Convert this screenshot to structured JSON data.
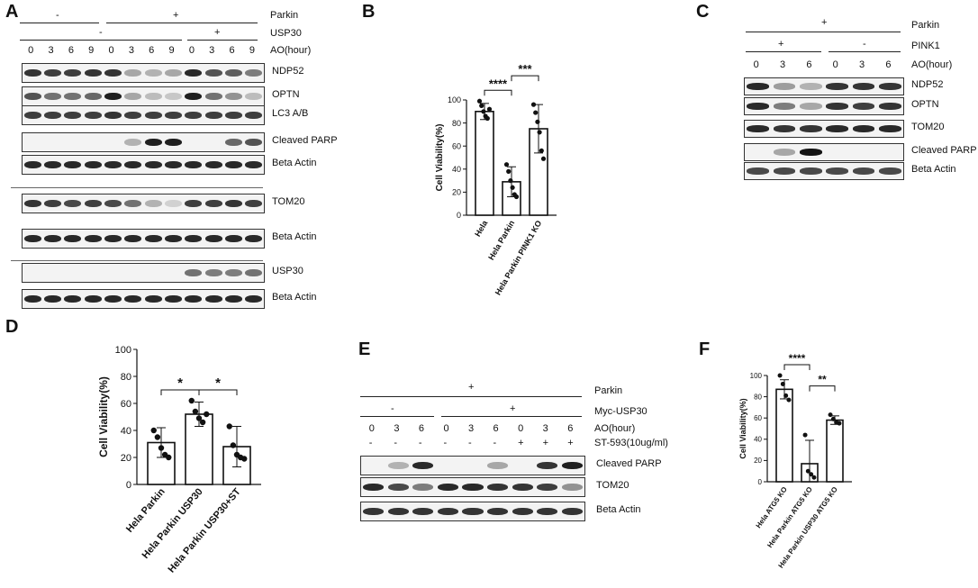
{
  "panels": [
    "A",
    "B",
    "C",
    "D",
    "E",
    "F"
  ],
  "panelA": {
    "parkin_label": "Parkin",
    "usp30_label": "USP30",
    "ao_label": "AO(hour)",
    "parkin_signs": [
      "-",
      "+"
    ],
    "usp30_signs": [
      "-",
      "+"
    ],
    "times": [
      "0",
      "3",
      "6",
      "9",
      "0",
      "3",
      "6",
      "9",
      "0",
      "3",
      "6",
      "9"
    ],
    "blots": [
      {
        "label": "NDP52",
        "bands": [
          0.85,
          0.8,
          0.8,
          0.85,
          0.85,
          0.3,
          0.25,
          0.3,
          0.9,
          0.7,
          0.65,
          0.5
        ]
      },
      {
        "label": "OPTN",
        "bands": [
          0.7,
          0.55,
          0.55,
          0.6,
          0.95,
          0.3,
          0.2,
          0.15,
          0.95,
          0.55,
          0.4,
          0.2
        ]
      },
      {
        "label": "LC3 A/B",
        "bands": [
          0.8,
          0.8,
          0.8,
          0.8,
          0.85,
          0.8,
          0.8,
          0.8,
          0.8,
          0.8,
          0.8,
          0.8
        ]
      },
      {
        "label": "Cleaved PARP",
        "bands": [
          0,
          0,
          0,
          0,
          0,
          0.25,
          0.95,
          0.95,
          0,
          0,
          0.6,
          0.7
        ]
      },
      {
        "label": "Beta Actin",
        "bands": [
          0.9,
          0.9,
          0.9,
          0.9,
          0.9,
          0.9,
          0.9,
          0.9,
          0.9,
          0.9,
          0.9,
          0.9
        ]
      },
      {
        "label": "TOM20",
        "bands": [
          0.85,
          0.8,
          0.75,
          0.8,
          0.75,
          0.55,
          0.25,
          0.1,
          0.8,
          0.8,
          0.85,
          0.8
        ]
      },
      {
        "label": "Beta Actin",
        "bands": [
          0.9,
          0.9,
          0.9,
          0.9,
          0.9,
          0.9,
          0.9,
          0.9,
          0.9,
          0.9,
          0.9,
          0.9
        ]
      },
      {
        "label": "USP30",
        "bands": [
          0,
          0,
          0,
          0,
          0,
          0,
          0,
          0,
          0.55,
          0.5,
          0.5,
          0.55
        ]
      },
      {
        "label": "Beta Actin",
        "bands": [
          0.9,
          0.9,
          0.9,
          0.9,
          0.9,
          0.9,
          0.9,
          0.9,
          0.9,
          0.9,
          0.9,
          0.9
        ]
      }
    ]
  },
  "panelC": {
    "parkin_sign": "+",
    "parkin_label": "Parkin",
    "pink1_label": "PINK1",
    "pink1_signs": [
      "+",
      "-"
    ],
    "ao_label": "AO(hour)",
    "times": [
      "0",
      "3",
      "6",
      "0",
      "3",
      "6"
    ],
    "blots": [
      {
        "label": "NDP52",
        "bands": [
          0.9,
          0.35,
          0.25,
          0.85,
          0.85,
          0.85
        ]
      },
      {
        "label": "OPTN",
        "bands": [
          0.9,
          0.5,
          0.3,
          0.85,
          0.8,
          0.85
        ]
      },
      {
        "label": "TOM20",
        "bands": [
          0.9,
          0.85,
          0.85,
          0.9,
          0.9,
          0.9
        ]
      },
      {
        "label": "Cleaved PARP",
        "bands": [
          0,
          0.3,
          1.0,
          0,
          0,
          0
        ]
      },
      {
        "label": "Beta Actin",
        "bands": [
          0.75,
          0.75,
          0.75,
          0.75,
          0.75,
          0.75
        ]
      }
    ]
  },
  "panelE": {
    "parkin_sign": "+",
    "parkin_label": "Parkin",
    "myc_label": "Myc-USP30",
    "myc_signs": [
      "-",
      "+"
    ],
    "ao_label": "AO(hour)",
    "st_label": "ST-593(10ug/ml)",
    "times": [
      "0",
      "3",
      "6",
      "0",
      "3",
      "6",
      "0",
      "3",
      "6"
    ],
    "st_signs": [
      "-",
      "-",
      "-",
      "-",
      "-",
      "-",
      "+",
      "+",
      "+"
    ],
    "blots": [
      {
        "label": "Cleaved PARP",
        "bands": [
          0,
          0.25,
          0.9,
          0,
          0,
          0.3,
          0,
          0.85,
          0.95
        ]
      },
      {
        "label": "TOM20",
        "bands": [
          0.9,
          0.75,
          0.5,
          0.9,
          0.9,
          0.85,
          0.85,
          0.8,
          0.4
        ]
      },
      {
        "label": "Beta Actin",
        "bands": [
          0.85,
          0.85,
          0.85,
          0.85,
          0.85,
          0.85,
          0.85,
          0.85,
          0.85
        ]
      }
    ]
  },
  "chart_data": [
    {
      "id": "B",
      "type": "bar",
      "categories": [
        "Hela",
        "Hela Parkin",
        "Hela Parkin PINK1 KO"
      ],
      "values": [
        90,
        29,
        75
      ],
      "errors": [
        7,
        13,
        21
      ],
      "points": [
        [
          99,
          95,
          90,
          86,
          84,
          92
        ],
        [
          44,
          38,
          30,
          24,
          18,
          16
        ],
        [
          96,
          89,
          81,
          72,
          56,
          49
        ]
      ],
      "ylabel": "Cell Viability(%)",
      "ylim": [
        0,
        100
      ],
      "yticks": [
        0,
        20,
        40,
        60,
        80,
        100
      ],
      "significance": [
        {
          "from": 0,
          "to": 1,
          "label": "****"
        },
        {
          "from": 1,
          "to": 2,
          "label": "***"
        }
      ]
    },
    {
      "id": "D",
      "type": "bar",
      "categories": [
        "Hela Parkin",
        "Hela Parkin USP30",
        "Hela Parkin USP30+ST"
      ],
      "values": [
        31,
        52,
        28
      ],
      "errors": [
        11,
        9,
        15
      ],
      "points": [
        [
          40,
          35,
          27,
          22,
          20
        ],
        [
          62,
          54,
          49,
          46,
          52
        ],
        [
          43,
          29,
          22,
          20,
          19
        ]
      ],
      "ylabel": "Cell Viability(%)",
      "ylim": [
        0,
        100
      ],
      "yticks": [
        0,
        20,
        40,
        60,
        80,
        100
      ],
      "significance": [
        {
          "from": 0,
          "to": 1,
          "label": "*"
        },
        {
          "from": 1,
          "to": 2,
          "label": "*"
        }
      ]
    },
    {
      "id": "F",
      "type": "bar",
      "categories": [
        "Hela ATG5 KO",
        "Hela Parkin ATG5 KO",
        "Hela Parkin USP30 ATG5 KO"
      ],
      "values": [
        87,
        17,
        58
      ],
      "errors": [
        9,
        22,
        4
      ],
      "points": [
        [
          100,
          92,
          81,
          77
        ],
        [
          44,
          10,
          7,
          4
        ],
        [
          63,
          59,
          56,
          55
        ]
      ],
      "ylabel": "Cell Viability(%)",
      "ylim": [
        0,
        100
      ],
      "yticks": [
        0,
        20,
        40,
        60,
        80,
        100
      ],
      "significance": [
        {
          "from": 0,
          "to": 1,
          "label": "****"
        },
        {
          "from": 1,
          "to": 2,
          "label": "**"
        }
      ]
    }
  ]
}
